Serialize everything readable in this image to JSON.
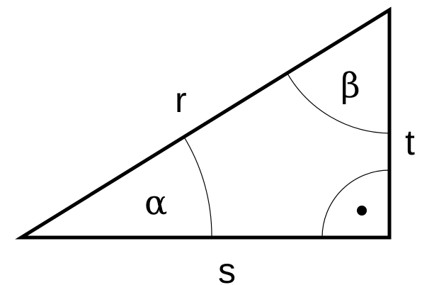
{
  "colors": {
    "stroke": "#000000",
    "background": "#ffffff"
  },
  "labels": {
    "hypotenuse": "r",
    "base": "s",
    "vertical_side": "t",
    "angle_alpha": "α",
    "angle_beta": "β"
  },
  "right_angle_marker": "dot"
}
